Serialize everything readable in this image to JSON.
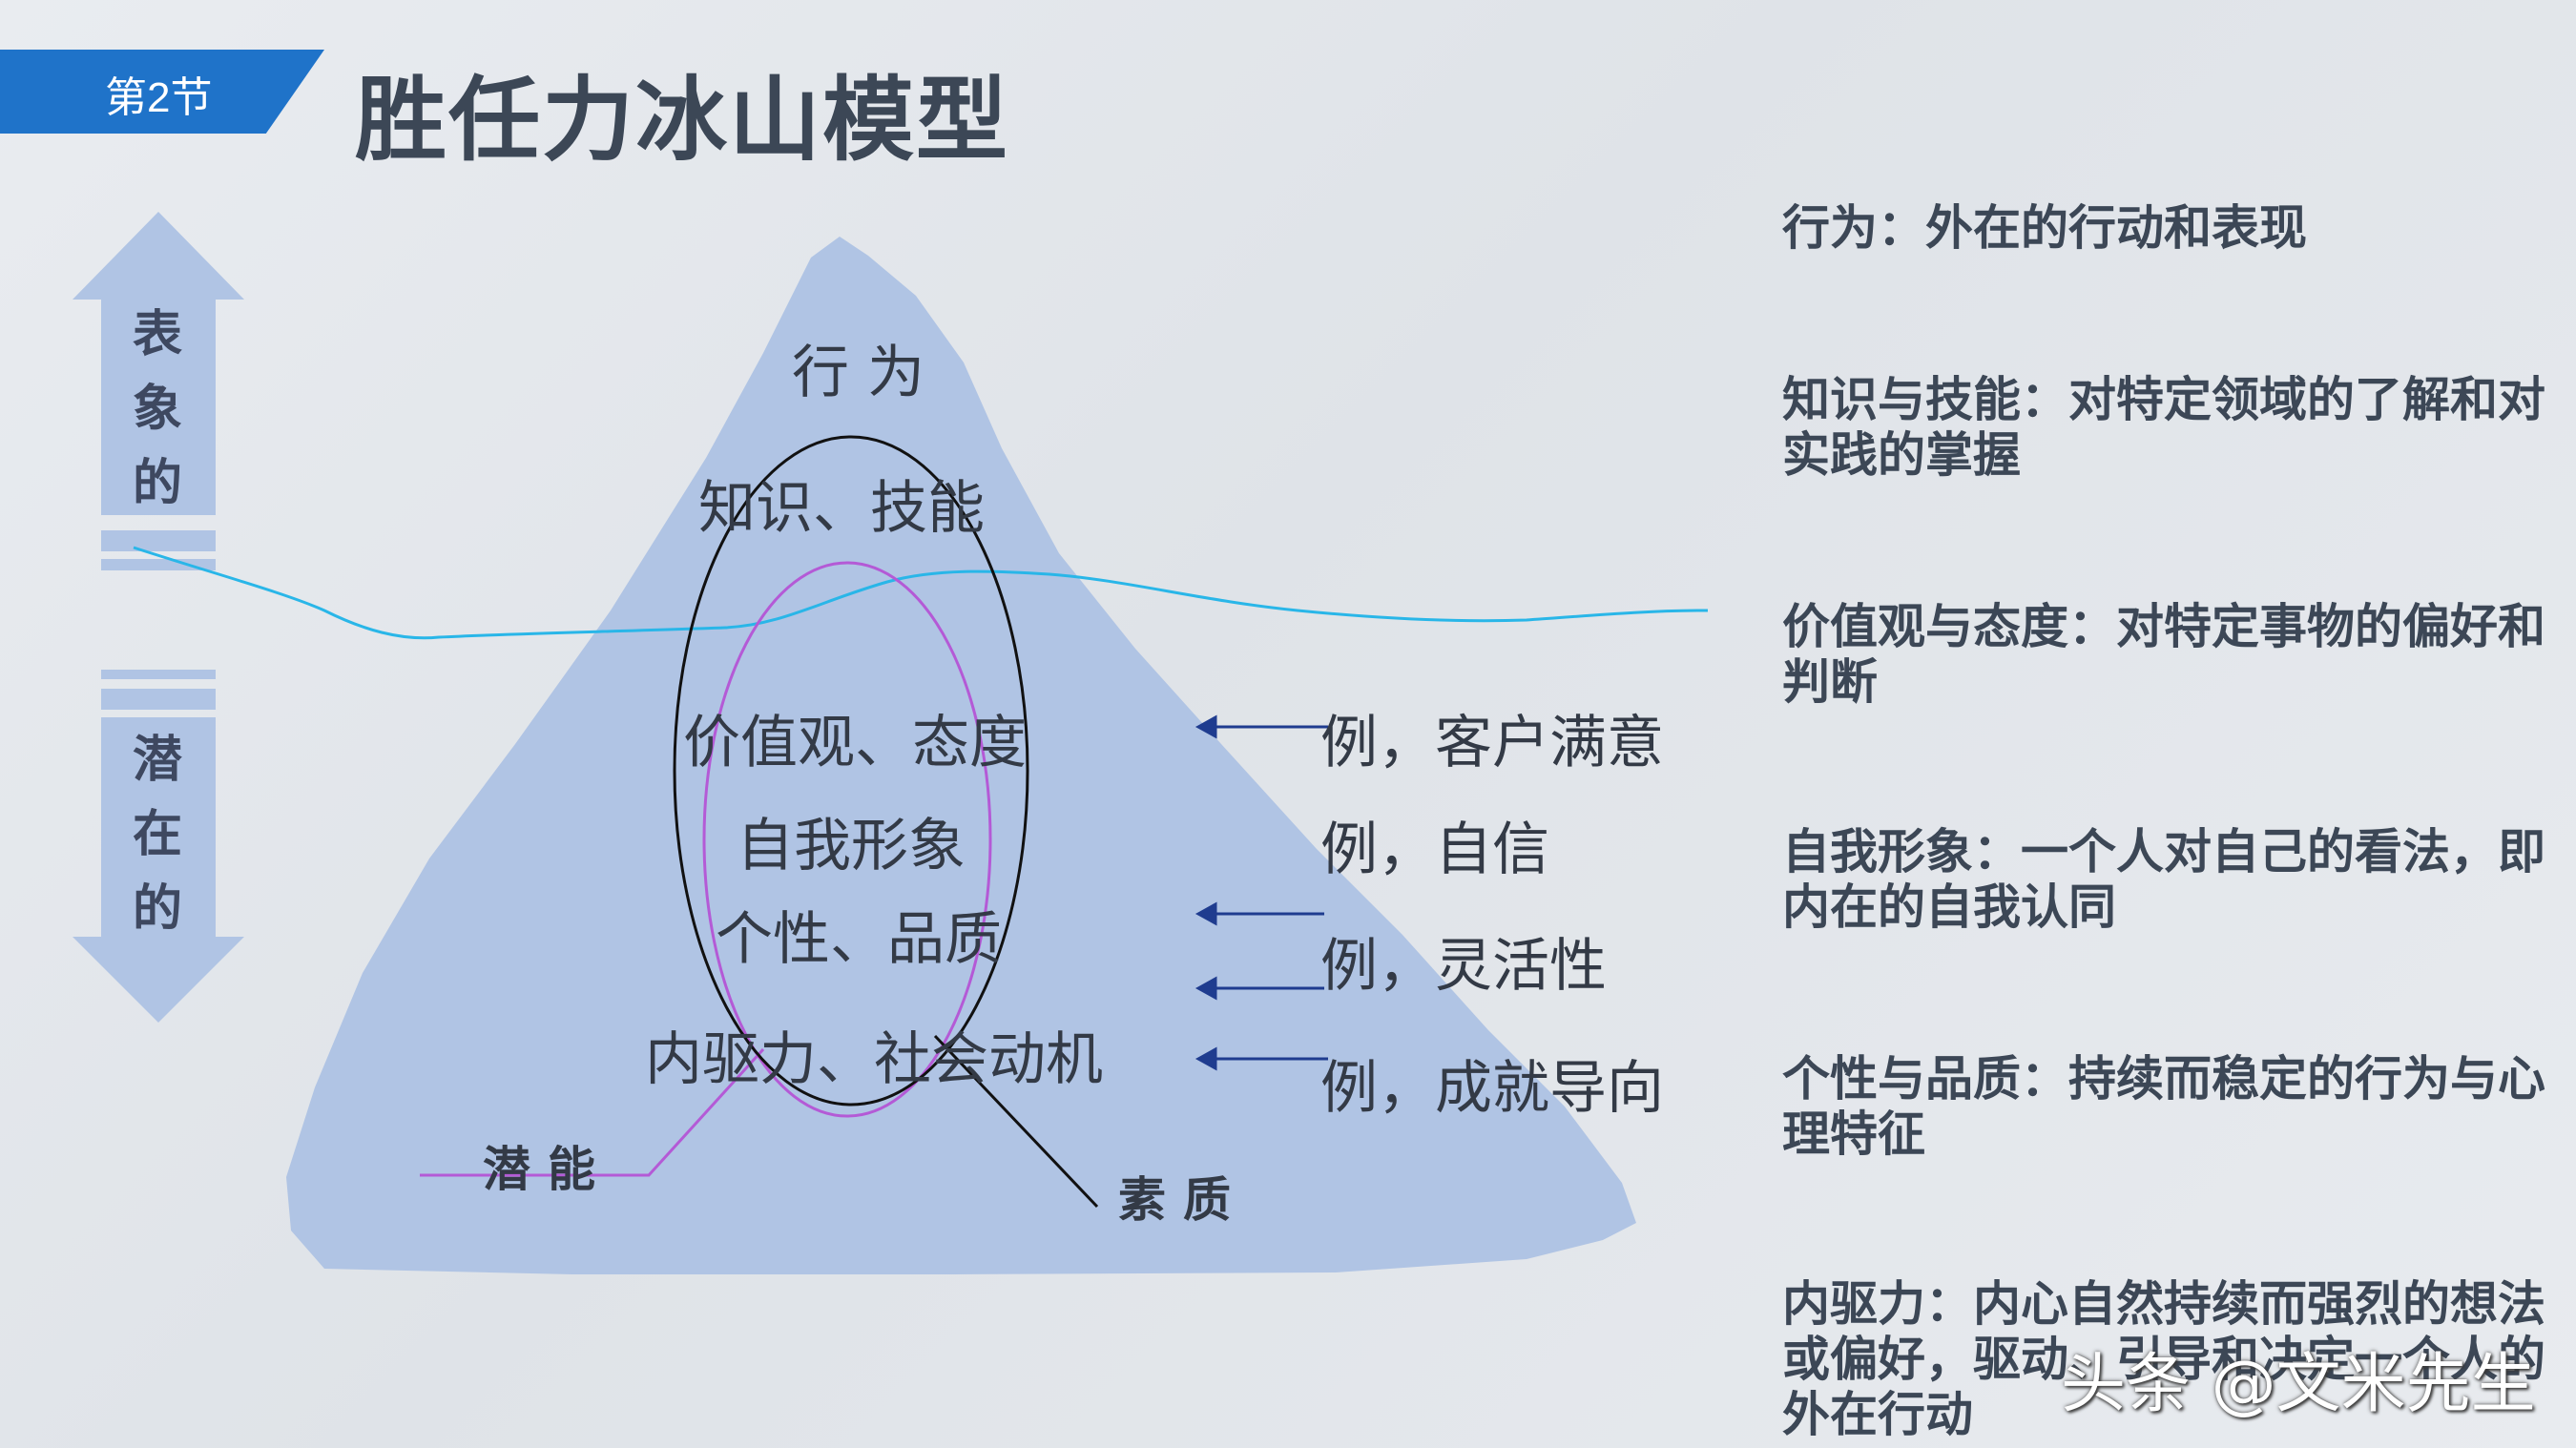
{
  "section_tag": "第2节",
  "title": "胜任力冰山模型",
  "left_axis": {
    "top_label": [
      "表",
      "象",
      "的"
    ],
    "bottom_label": [
      "潜",
      "在",
      "的"
    ]
  },
  "iceberg": {
    "levels": {
      "behavior": "行 为",
      "knowledge": "知识、技能",
      "values": "价值观、态度",
      "self_image": "自我形象",
      "personality": "个性、品质",
      "motive": "内驱力、社会动机"
    },
    "tag_potential": "潜能",
    "tag_quality": "素质"
  },
  "examples": {
    "values": "例，客户满意",
    "self_image": "例，自信",
    "personality": "例，灵活性",
    "motive": "例，成就导向"
  },
  "definitions": [
    "行为：外在的行动和表现",
    "知识与技能：对特定领域的了解和对实践的掌握",
    "价值观与态度：对特定事物的偏好和判断",
    "自我形象：一个人对自己的看法，即内在的自我认同",
    "个性与品质：持续而稳定的行为与心理特征",
    "内驱力：内心自然持续而强烈的想法或偏好，驱动、引导和决定一个人的外在行动"
  ],
  "watermark": "头条 @文米先生",
  "colors": {
    "accent": "#1f73c9",
    "iceberg": "#b0c4e4",
    "waterline": "#29b6e8",
    "quality_ellipse": "#111111",
    "potential_ellipse": "#b45ad6",
    "arrow": "#1f3c8f"
  }
}
